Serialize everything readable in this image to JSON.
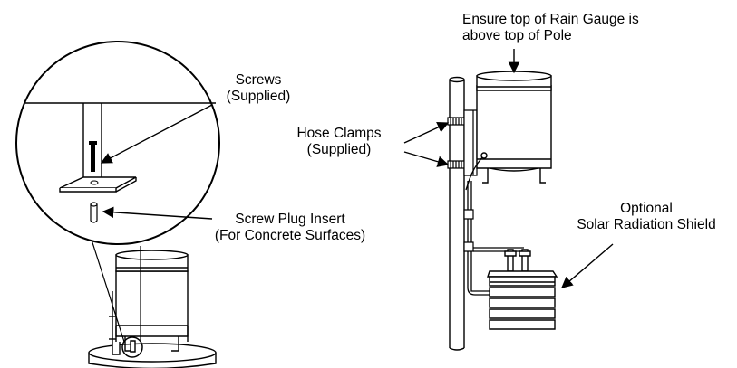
{
  "labels": {
    "screws_line1": "Screws",
    "screws_line2": "(Supplied)",
    "plug_line1": "Screw Plug Insert",
    "plug_line2": "(For Concrete Surfaces)",
    "clamps_line1": "Hose Clamps",
    "clamps_line2": "(Supplied)",
    "ensure_line1": "Ensure top of Rain Gauge is",
    "ensure_line2": "above top of Pole",
    "shield_line1": "Optional",
    "shield_line2": "Solar Radiation Shield"
  }
}
